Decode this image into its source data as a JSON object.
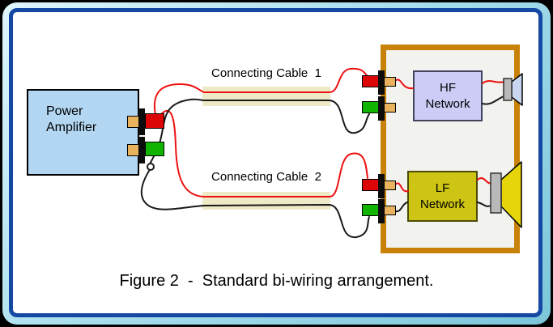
{
  "figure": {
    "caption": "Figure 2  -  Standard bi-wiring arrangement.",
    "amplifier_label": "Power\nAmplifier",
    "cable1_label": "Connecting Cable  1",
    "cable2_label": "Connecting Cable  2",
    "hf_network_label": "HF\nNetwork",
    "lf_network_label": "LF\nNetwork"
  },
  "colors": {
    "frame-border": "#1548a3",
    "frame-glow": "#aadfee",
    "amp-fill": "#b3d7f2",
    "cable-fill": "#eee9c6",
    "cabinet-border": "#c8820a",
    "cabinet-fill": "#f2f2ef",
    "hf-fill": "#ccccf7",
    "lf-fill": "#cdc414",
    "hf-cone": "#c9d6f0",
    "lf-cone": "#e6d50a",
    "magnet": "#b9b9b9",
    "terminal-red": "#dd0606",
    "terminal-green": "#10b400",
    "terminal-post": "#e8b35c",
    "wire-red": "#ee1111",
    "wire-black": "#1a1a1a"
  }
}
